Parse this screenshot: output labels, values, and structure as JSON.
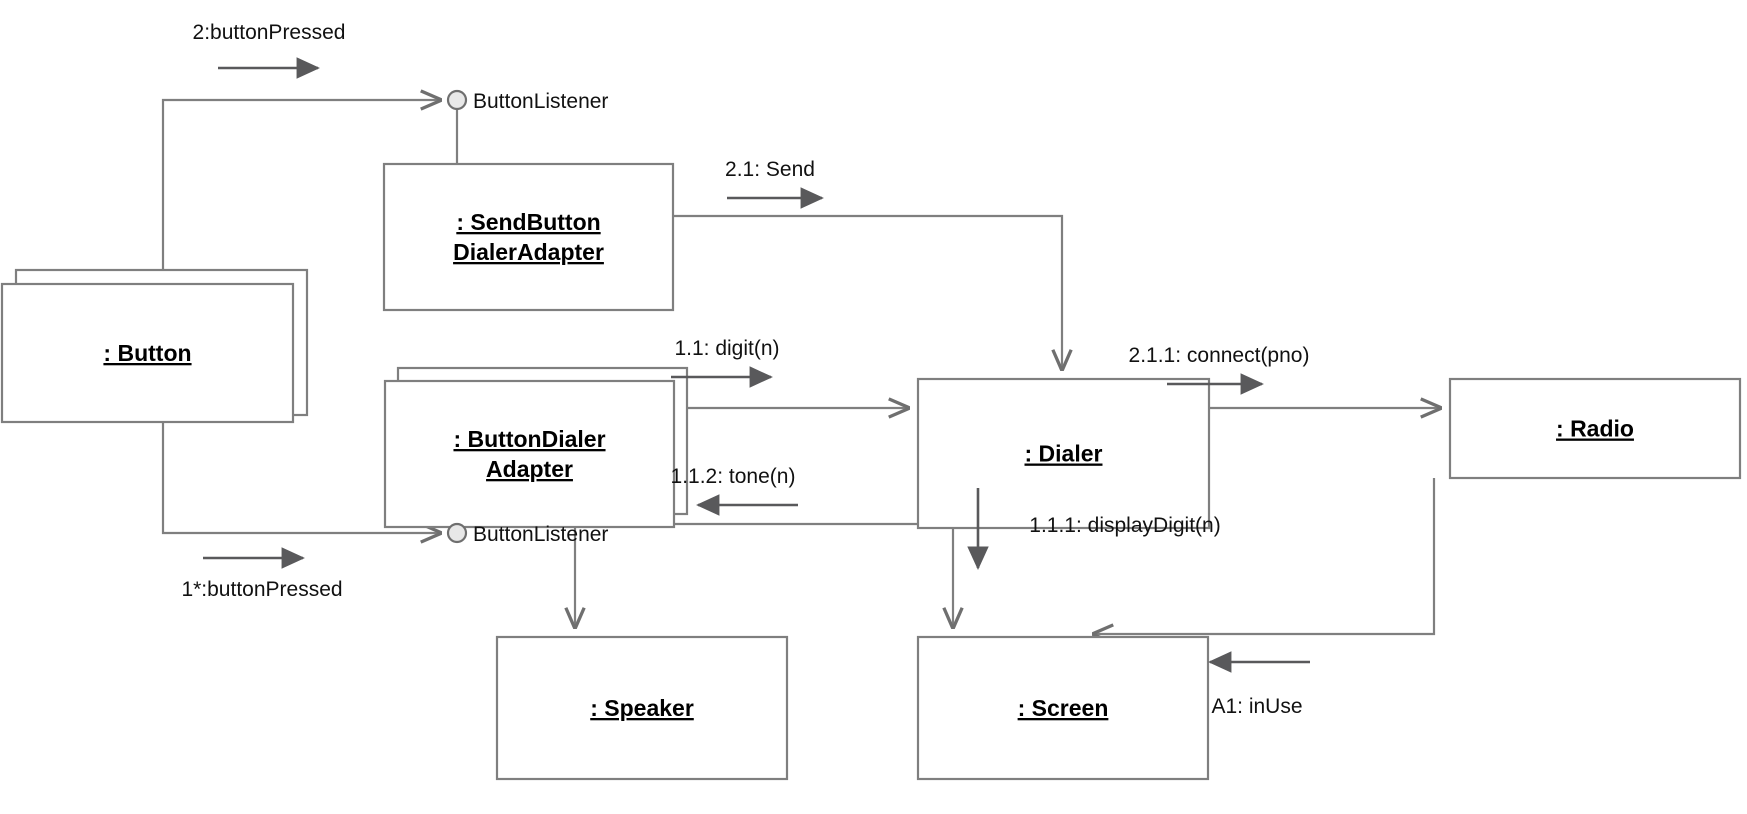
{
  "diagram": {
    "type": "uml-communication-diagram",
    "title": "",
    "colors": {
      "box_stroke": "#7f7f7f",
      "link_stroke": "#7f7f7f",
      "arrow_stroke": "#59595b",
      "lollipop_fill": "#e8e8e8",
      "background": "#ffffff",
      "text": "#000000"
    },
    "objects": [
      {
        "id": "button",
        "label": ": Button",
        "multi": true,
        "lines": [
          ": Button"
        ]
      },
      {
        "id": "sendadapter",
        "label": ": SendButtonDialerAdapter",
        "multi": false,
        "lines": [
          ": SendButton",
          "DialerAdapter"
        ]
      },
      {
        "id": "buttonadapter",
        "label": ": ButtonDialerAdapter",
        "multi": true,
        "lines": [
          ": ButtonDialer",
          "Adapter"
        ]
      },
      {
        "id": "dialer",
        "label": ": Dialer",
        "multi": false,
        "lines": [
          ": Dialer"
        ]
      },
      {
        "id": "radio",
        "label": ": Radio",
        "multi": false,
        "lines": [
          ": Radio"
        ]
      },
      {
        "id": "speaker",
        "label": ": Speaker",
        "multi": false,
        "lines": [
          ": Speaker"
        ]
      },
      {
        "id": "screen",
        "label": ": Screen",
        "multi": false,
        "lines": [
          ": Screen"
        ]
      }
    ],
    "interfaces": [
      {
        "id": "iface-top",
        "label": "ButtonListener",
        "provider": "sendadapter"
      },
      {
        "id": "iface-bottom",
        "label": "ButtonListener",
        "provider": "buttonadapter"
      }
    ],
    "messages": [
      {
        "id": "m2",
        "label": "2:buttonPressed",
        "from": "button",
        "to": "iface-top",
        "direction": "right"
      },
      {
        "id": "m1star",
        "label": "1*:buttonPressed",
        "from": "button",
        "to": "iface-bottom",
        "direction": "right"
      },
      {
        "id": "m21",
        "label": "2.1: Send",
        "from": "sendadapter",
        "to": "dialer",
        "direction": "right"
      },
      {
        "id": "m11",
        "label": "1.1: digit(n)",
        "from": "buttonadapter",
        "to": "dialer",
        "direction": "right"
      },
      {
        "id": "m112",
        "label": "1.1.2: tone(n)",
        "from": "dialer",
        "to": "speaker",
        "direction": "left"
      },
      {
        "id": "m111",
        "label": "1.1.1: displayDigit(n)",
        "from": "dialer",
        "to": "screen",
        "direction": "down"
      },
      {
        "id": "m211",
        "label": "2.1.1: connect(pno)",
        "from": "dialer",
        "to": "radio",
        "direction": "right"
      },
      {
        "id": "mA1",
        "label": "A1: inUse",
        "from": "radio",
        "to": "screen",
        "direction": "left"
      }
    ]
  }
}
